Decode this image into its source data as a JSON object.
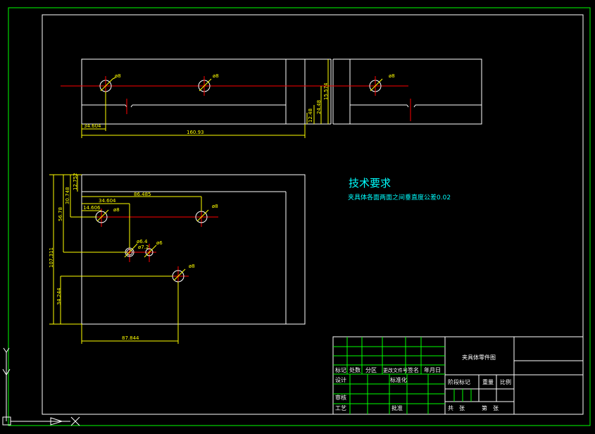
{
  "colors": {
    "frame": "#00ff00",
    "outline": "#ffffff",
    "centerline": "#ff0000",
    "dimension": "#ffff00",
    "title_text": "#00ffff",
    "table_lines": "#00ff00"
  },
  "top_view": {
    "holes": [
      {
        "label": "ø8"
      },
      {
        "label": "ø8"
      },
      {
        "label": "ø8"
      }
    ],
    "dims": {
      "d1": "34.604",
      "d2": "160.93",
      "d3": "15.574",
      "d4": "24.48",
      "d5": "12.48"
    }
  },
  "front_view": {
    "holes": [
      {
        "label": "ø8"
      },
      {
        "label": "ø8"
      },
      {
        "label": "ø6.4"
      },
      {
        "label": "ø7.2"
      },
      {
        "label": "ø6"
      },
      {
        "label": "ø8"
      }
    ],
    "dims": {
      "h1": "34.604",
      "h2": "86.485",
      "h3": "14.606",
      "h4": "87.844",
      "v1": "12.752",
      "v2": "30.748",
      "v3": "56.78",
      "v4": "107.311",
      "v5": "34.244"
    }
  },
  "requirements": {
    "title": "技术要求",
    "line1": "夹具体各面两面之间垂直度公差0.02"
  },
  "title_block": {
    "drawing_name": "夹具体零件图",
    "row_labels": [
      "标记",
      "处数",
      "分区",
      "更改文件号",
      "签名",
      "年月日"
    ],
    "design": "设计",
    "standardize": "标准化",
    "review": "审核",
    "process": "工艺",
    "approve": "批准",
    "stage_mark": "阶段标记",
    "weight": "重量",
    "scale": "比例",
    "total_sheets": "共　张",
    "sheet_no": "第　张"
  }
}
